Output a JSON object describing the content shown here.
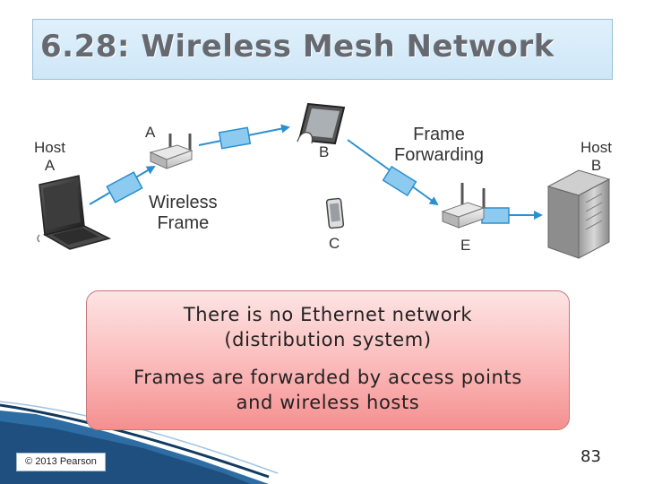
{
  "slide": {
    "title": "6.28: Wireless Mesh Network",
    "page_number": "83",
    "copyright": "© 2013 Pearson"
  },
  "diagram": {
    "labels": {
      "host_a": "Host\nA",
      "ap_a": "A",
      "tablet_b": "B",
      "phone_c": "C",
      "ap_e": "E",
      "host_b": "Host\nB",
      "wireless_frame": "Wireless\nFrame",
      "frame_forwarding": "Frame\nForwarding"
    },
    "colors": {
      "arrow": "#2b8fd0",
      "frame_fill": "#8ccbef",
      "frame_stroke": "#2b8fd0"
    }
  },
  "callout": {
    "line1": "There is no Ethernet network",
    "line2": "(distribution system)",
    "line3": "Frames are forwarded by access points",
    "line4": "and wireless hosts"
  }
}
